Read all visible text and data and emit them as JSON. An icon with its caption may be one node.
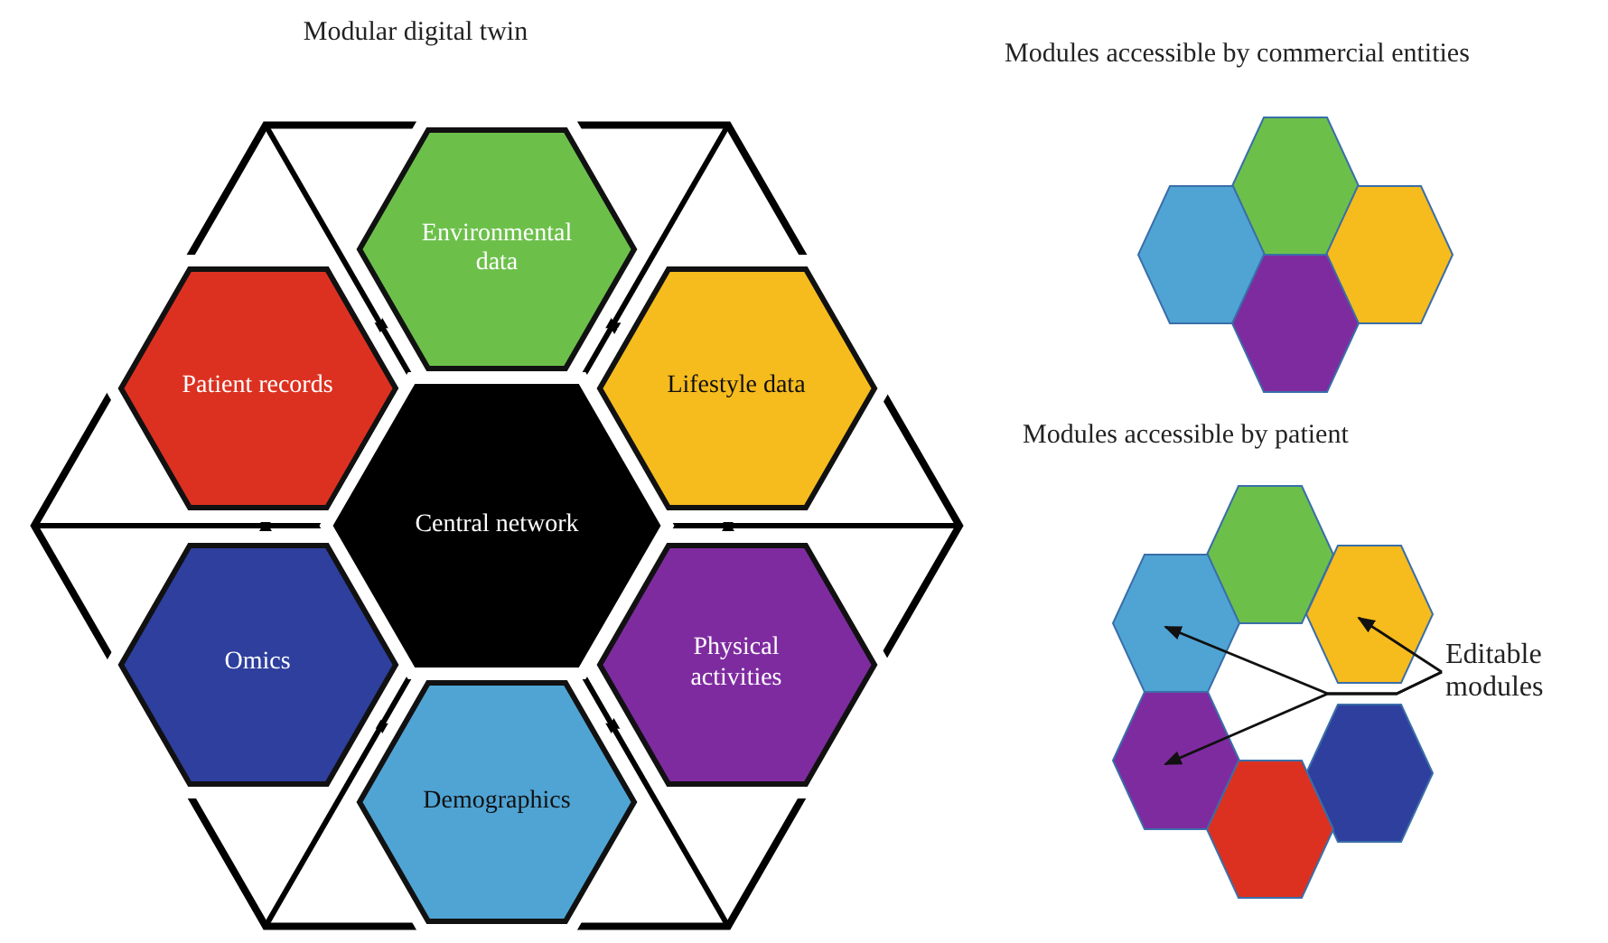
{
  "diagram": {
    "nodes": [
      {
        "text": [
          "Environmental data"
        ]
      },
      {
        "text": [
          "Patient records"
        ]
      },
      {
        "text": [
          "Lifestyle data"
        ]
      },
      {
        "text": [
          "Central network"
        ]
      },
      {
        "text": [
          "Omics"
        ]
      },
      {
        "text": [
          "Physical activities"
        ]
      },
      {
        "text": [
          "Demographics"
        ]
      },
      {
        "text": [],
        "shape": "hexagon"
      },
      {
        "text": [],
        "shape": "hexagon"
      },
      {
        "text": [],
        "shape": "hexagon"
      },
      {
        "text": [],
        "shape": "hexagon"
      },
      {
        "text": [],
        "shape": "hexagon"
      },
      {
        "text": [],
        "shape": "hexagon"
      },
      {
        "text": [],
        "shape": "hexagon"
      },
      {
        "text": [],
        "shape": "hexagon"
      },
      {
        "text": [],
        "shape": "hexagon"
      },
      {
        "text": [],
        "shape": "hexagon"
      },
      {
        "text": [
          "Editable modules"
        ]
      }
    ],
    "edges": [
      {
        "from": 17,
        "to": 12,
        "arrow": "to"
      },
      {
        "from": 17,
        "to": 13,
        "arrow": "to"
      },
      {
        "from": 17,
        "to": 14,
        "arrow": "to"
      }
    ],
    "labels": [
      "Modular digital twin",
      "Modules accessible by commercial entities",
      "Modules accessible by patient"
    ]
  }
}
